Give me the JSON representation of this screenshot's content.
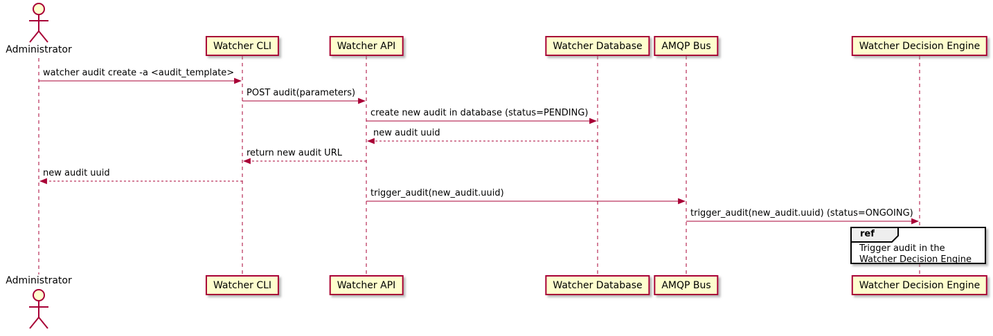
{
  "diagram": {
    "kind": "uml-sequence-diagram",
    "colors": {
      "participant_fill": "#FEFECE",
      "participant_border": "#A80036",
      "line": "#A80036",
      "text": "#000000",
      "ref_fill": "#FFFFFF",
      "ref_header_fill": "#EEEEEE",
      "ref_border": "#000000"
    },
    "actor": {
      "label": "Administrator"
    },
    "participants": [
      {
        "label": "Watcher CLI"
      },
      {
        "label": "Watcher API"
      },
      {
        "label": "Watcher Database"
      },
      {
        "label": "AMQP Bus"
      },
      {
        "label": "Watcher Decision Engine"
      }
    ],
    "messages": [
      {
        "from": "Administrator",
        "to": "Watcher CLI",
        "style": "solid",
        "label": "watcher audit create -a <audit_template>"
      },
      {
        "from": "Watcher CLI",
        "to": "Watcher API",
        "style": "solid",
        "label": "POST audit(parameters)"
      },
      {
        "from": "Watcher API",
        "to": "Watcher Database",
        "style": "solid",
        "label": "create new audit in database (status=PENDING)"
      },
      {
        "from": "Watcher Database",
        "to": "Watcher API",
        "style": "dashed",
        "label": "new audit uuid"
      },
      {
        "from": "Watcher API",
        "to": "Watcher CLI",
        "style": "dashed",
        "label": "return new audit URL"
      },
      {
        "from": "Watcher CLI",
        "to": "Administrator",
        "style": "dashed",
        "label": "new audit uuid"
      },
      {
        "from": "Watcher API",
        "to": "AMQP Bus",
        "style": "solid",
        "label": "trigger_audit(new_audit.uuid)"
      },
      {
        "from": "AMQP Bus",
        "to": "Watcher Decision Engine",
        "style": "solid",
        "label": "trigger_audit(new_audit.uuid) (status=ONGOING)"
      }
    ],
    "ref": {
      "keyword": "ref",
      "lines": [
        "Trigger audit in the",
        "Watcher Decision Engine"
      ]
    }
  }
}
